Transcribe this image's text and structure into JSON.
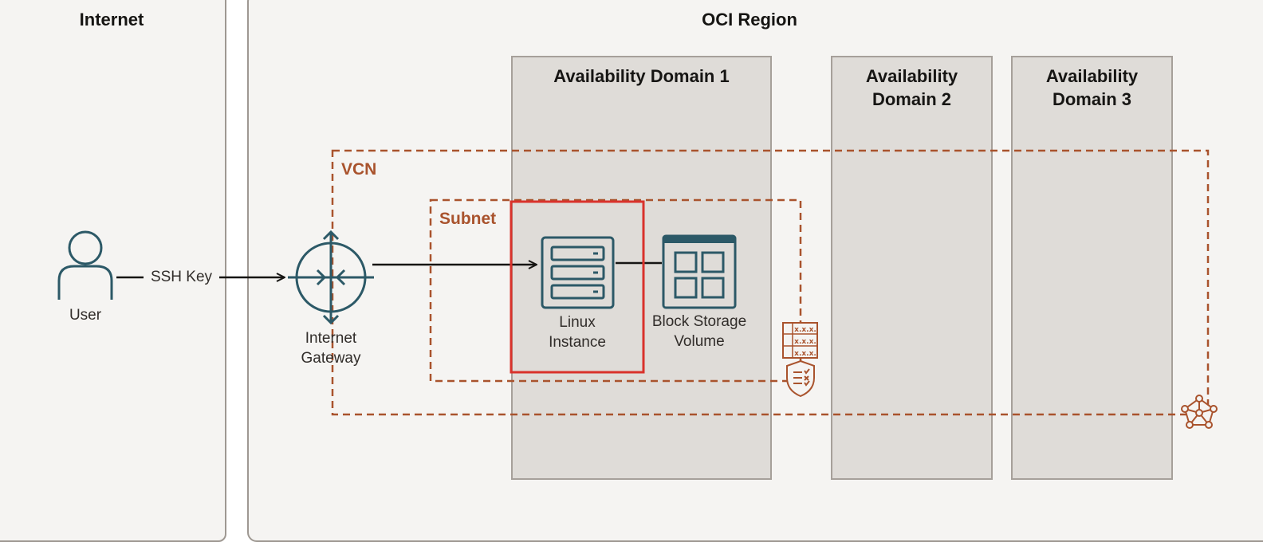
{
  "internet": {
    "title": "Internet"
  },
  "region": {
    "title": "OCI Region"
  },
  "availability_domains": [
    {
      "title": "Availability Domain 1"
    },
    {
      "title_line1": "Availability",
      "title_line2": "Domain 2"
    },
    {
      "title_line1": "Availability",
      "title_line2": "Domain 3"
    }
  ],
  "vcn": {
    "label": "VCN"
  },
  "subnet": {
    "label": "Subnet"
  },
  "nodes": {
    "user": {
      "label": "User",
      "icon": "user-icon"
    },
    "ssh_key": {
      "label": "SSH Key"
    },
    "internet_gateway": {
      "line1": "Internet",
      "line2": "Gateway",
      "icon": "internet-gateway-icon"
    },
    "linux_instance": {
      "line1": "Linux",
      "line2": "Instance",
      "icon": "server-icon"
    },
    "block_storage": {
      "line1": "Block Storage",
      "line2": "Volume",
      "icon": "block-storage-icon"
    }
  },
  "route_table": {
    "rows": [
      "x.x.x.",
      "x.x.x.",
      "x.x.x."
    ]
  },
  "colors": {
    "accent": "#a9532d",
    "highlight": "#d9322b",
    "icon": "#2c5967",
    "panel": "#f5f4f2",
    "domain": "#dfdcd8"
  }
}
